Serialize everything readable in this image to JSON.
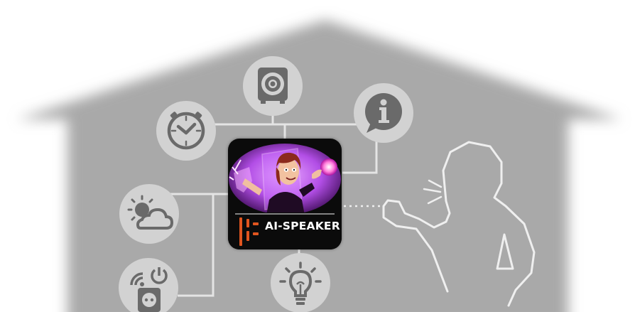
{
  "app_icon": {
    "label": "AI-SPEAKER",
    "accent_color": "#e0551f",
    "glow_color": "#c84dff"
  },
  "devices": [
    {
      "name": "speaker",
      "icon": "speaker-icon"
    },
    {
      "name": "info",
      "icon": "info-bubble-icon"
    },
    {
      "name": "clock",
      "icon": "clock-icon"
    },
    {
      "name": "weather",
      "icon": "sun-cloud-icon"
    },
    {
      "name": "smart-plug",
      "icon": "smart-plug-icon"
    },
    {
      "name": "light",
      "icon": "lightbulb-icon"
    }
  ],
  "colors": {
    "house": "#a9a9a9",
    "node": "#d2d2d2",
    "icon": "#6a6a6a",
    "lines": "#e4e4e4"
  }
}
